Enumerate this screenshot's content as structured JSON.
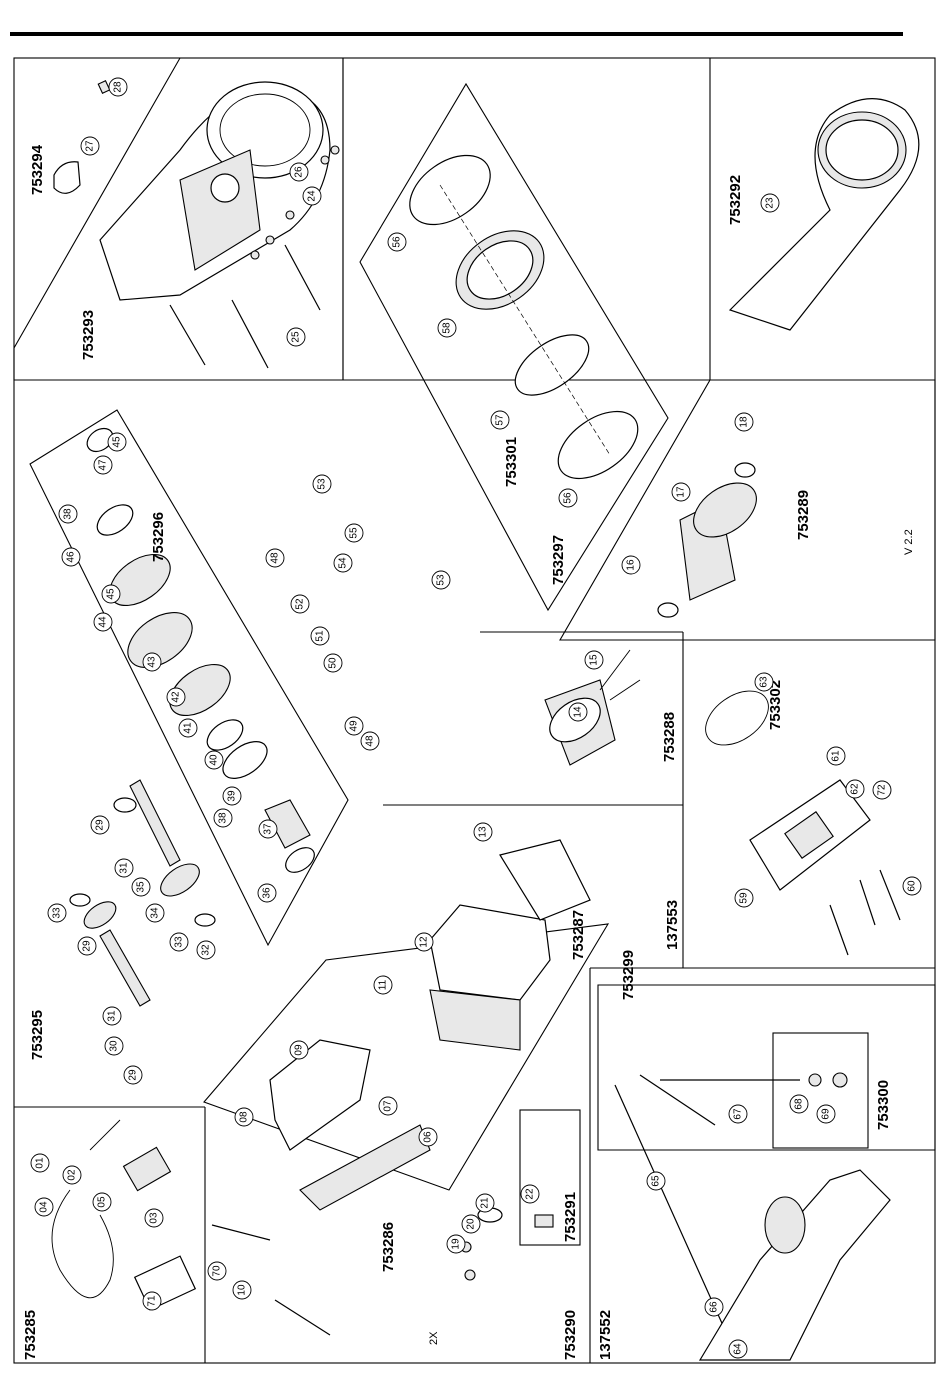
{
  "version": "V 2.2",
  "note_2x": "2X",
  "assemblies": [
    {
      "id": "753294",
      "label": "753294"
    },
    {
      "id": "753293",
      "label": "753293"
    },
    {
      "id": "753292",
      "label": "753292"
    },
    {
      "id": "753296",
      "label": "753296"
    },
    {
      "id": "753301",
      "label": "753301"
    },
    {
      "id": "753297",
      "label": "753297"
    },
    {
      "id": "753289",
      "label": "753289"
    },
    {
      "id": "753295",
      "label": "753295"
    },
    {
      "id": "753288",
      "label": "753288"
    },
    {
      "id": "753302",
      "label": "753302"
    },
    {
      "id": "753287",
      "label": "753287"
    },
    {
      "id": "137553",
      "label": "137553"
    },
    {
      "id": "753286",
      "label": "753286"
    },
    {
      "id": "753285",
      "label": "753285"
    },
    {
      "id": "753291",
      "label": "753291"
    },
    {
      "id": "753290",
      "label": "753290"
    },
    {
      "id": "753299",
      "label": "753299"
    },
    {
      "id": "753300",
      "label": "753300"
    },
    {
      "id": "137552",
      "label": "137552"
    }
  ],
  "callouts": [
    "28",
    "27",
    "26",
    "24",
    "25",
    "56",
    "58",
    "57",
    "56",
    "23",
    "45",
    "47",
    "38",
    "46",
    "45",
    "44",
    "43",
    "42",
    "41",
    "40",
    "39",
    "38",
    "37",
    "36",
    "53",
    "55",
    "48",
    "52",
    "54",
    "51",
    "50",
    "49",
    "48",
    "53",
    "18",
    "17",
    "16",
    "29",
    "31",
    "35",
    "34",
    "33",
    "29",
    "33",
    "32",
    "31",
    "30",
    "29",
    "15",
    "14",
    "63",
    "61",
    "62",
    "72",
    "59",
    "60",
    "13",
    "12",
    "11",
    "09",
    "07",
    "08",
    "06",
    "10",
    "01",
    "02",
    "04",
    "05",
    "03",
    "70",
    "71",
    "22",
    "21",
    "20",
    "19",
    "67",
    "68",
    "69",
    "65",
    "66",
    "64"
  ]
}
